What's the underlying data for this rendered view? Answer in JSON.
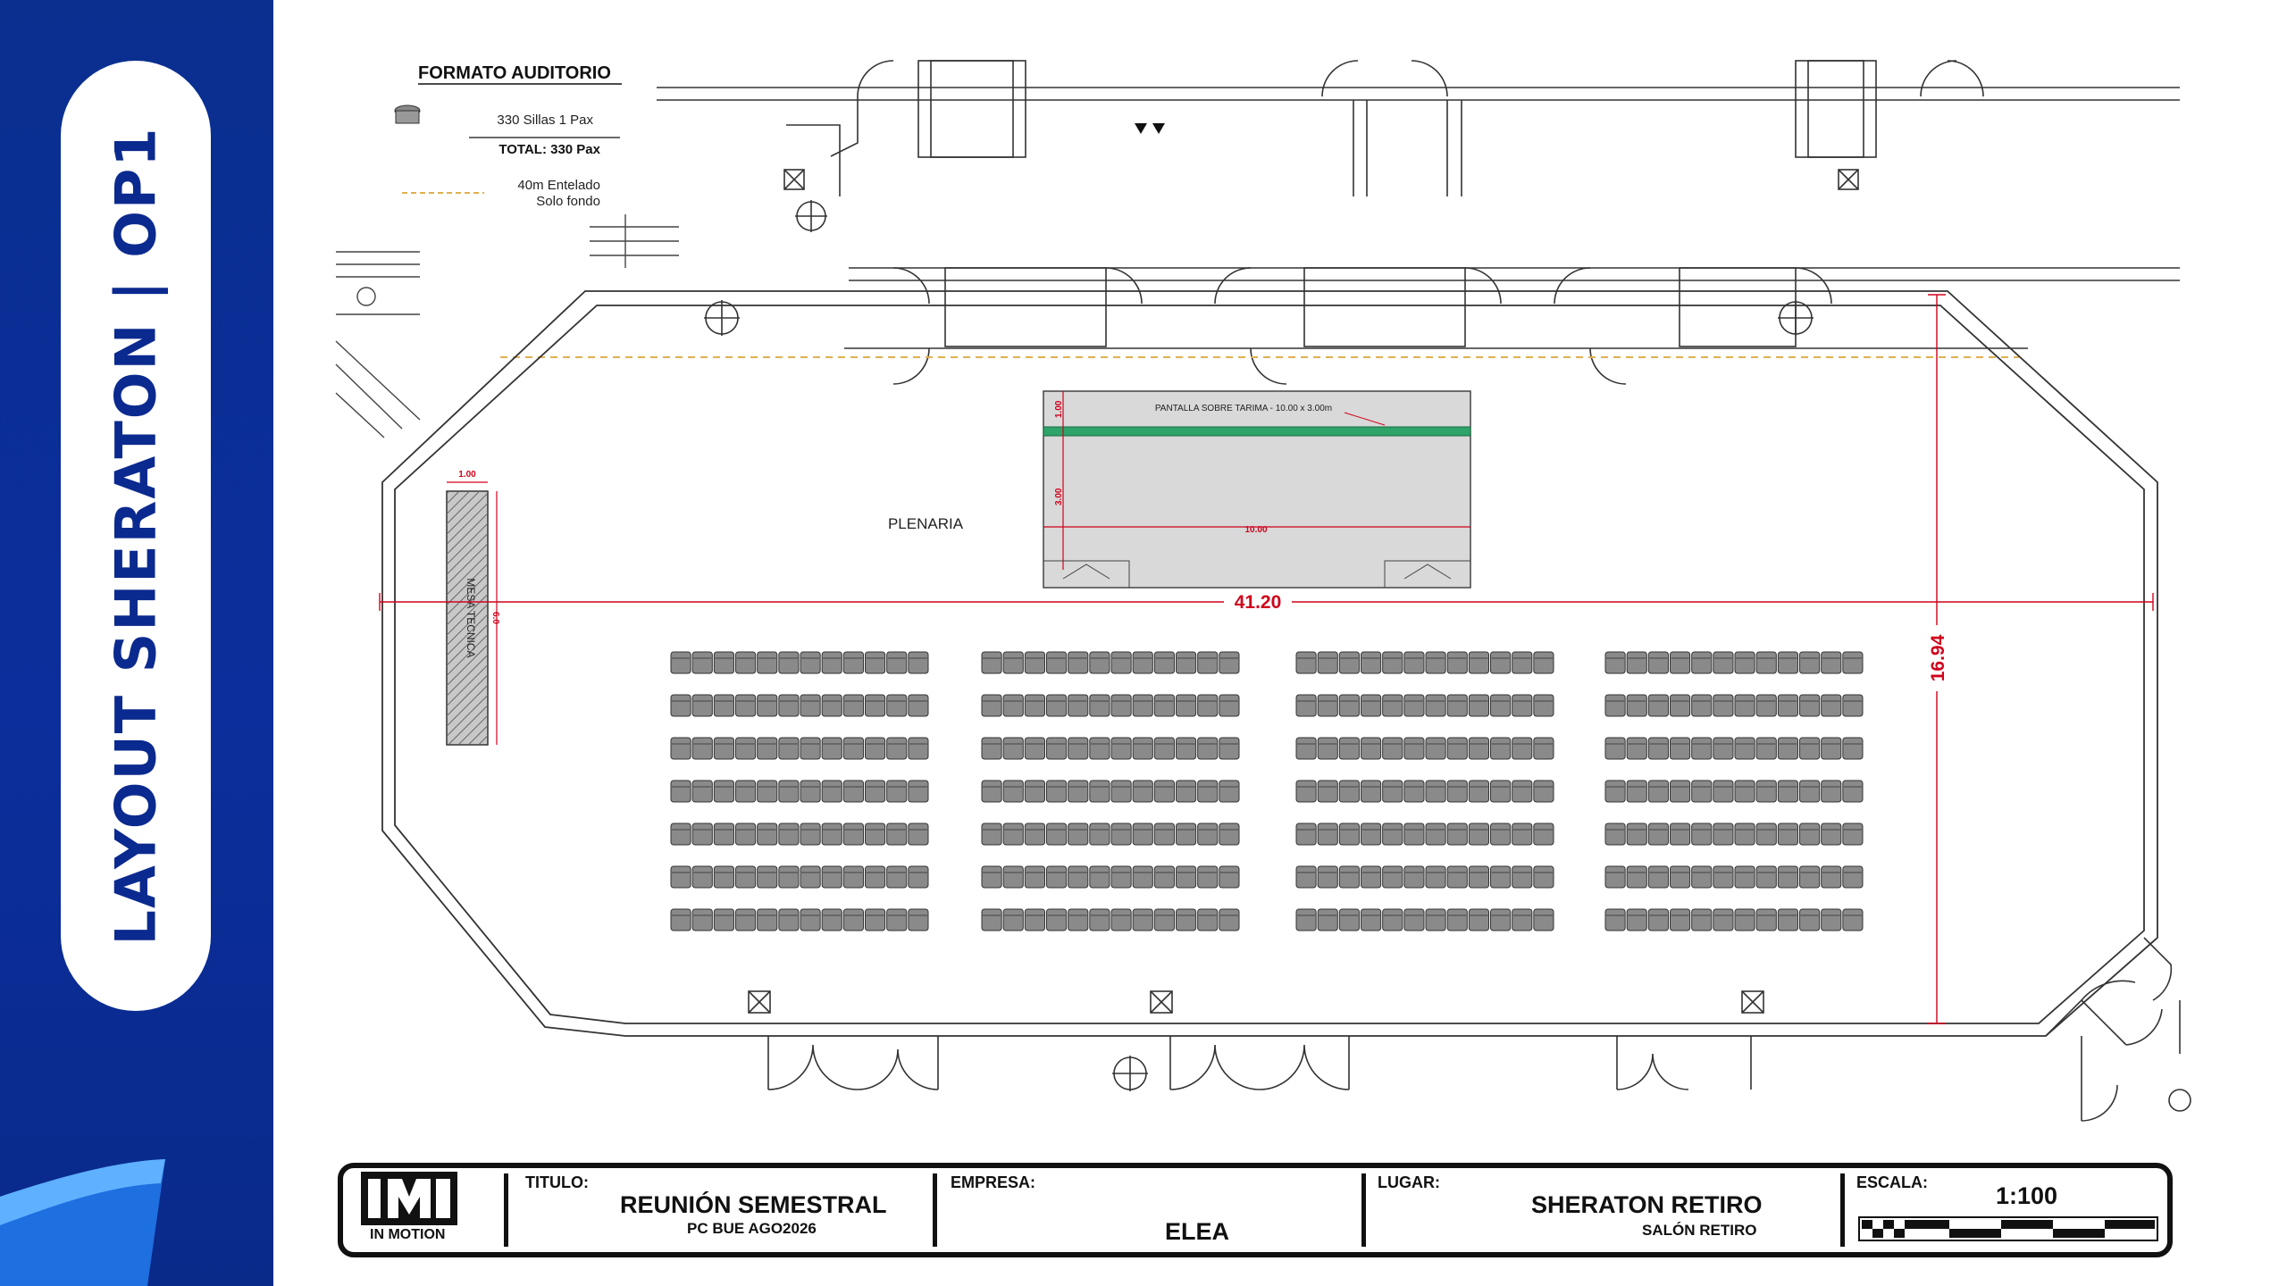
{
  "sidebar": {
    "title": "LAYOUT SHERATON | OP1",
    "brand_color": "#0b2a8f"
  },
  "plan": {
    "legend_title": "FORMATO AUDITORIO",
    "legend_chairs": "330 Sillas 1 Pax",
    "legend_total": "TOTAL: 330 Pax",
    "legend_drape_1": "40m Entelado",
    "legend_drape_2": "Solo fondo",
    "room_name": "PLENARIA",
    "stage_label": "PANTALLA SOBRE TARIMA - 10.00 x 3.00m",
    "stage_dim_top": "1.00",
    "stage_dim_left": "3.00",
    "stage_dim_width": "10.00",
    "tech_table_label": "MESA TECNICA",
    "tech_table_width": "1.00",
    "tech_table_length": "6.0",
    "room_length": "41.20",
    "room_width": "16.94",
    "seat_blocks": 4,
    "rows_per_block": 7,
    "seats_per_row": 12,
    "dimension_color": "#d0021b",
    "drape_color": "#e0b050"
  },
  "title_block": {
    "logo_text": "IN MOTION",
    "titulo_label": "TITULO:",
    "titulo_value": "REUNIÓN SEMESTRAL",
    "titulo_sub": "PC BUE AGO2026",
    "empresa_label": "EMPRESA:",
    "empresa_value": "ELEA",
    "lugar_label": "LUGAR:",
    "lugar_value": "SHERATON RETIRO",
    "lugar_sub": "SALÓN RETIRO",
    "escala_label": "ESCALA:",
    "escala_value": "1:100"
  }
}
